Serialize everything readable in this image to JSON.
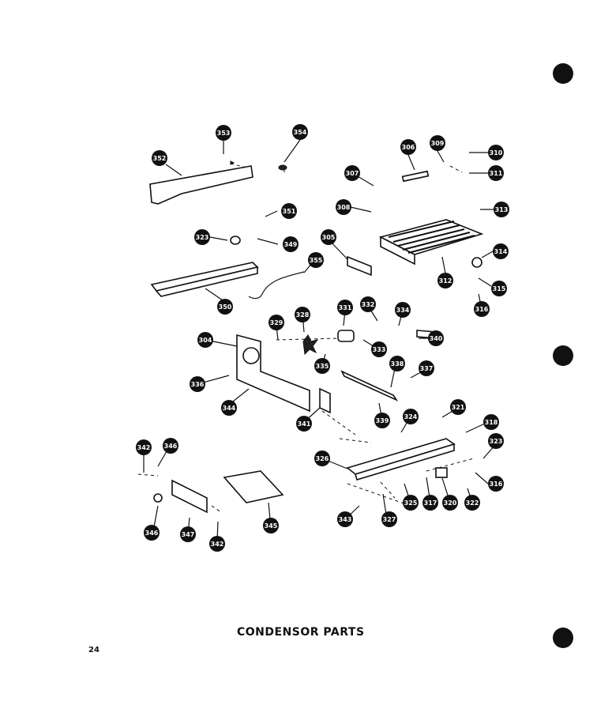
{
  "title": "CONDENSOR PARTS",
  "page_number": "24",
  "callouts": [
    "353",
    "354",
    "352",
    "306",
    "309",
    "310",
    "311",
    "307",
    "308",
    "313",
    "351",
    "323",
    "349",
    "305",
    "314",
    "355",
    "312",
    "315",
    "316",
    "350",
    "331",
    "332",
    "334",
    "328",
    "329",
    "304",
    "333",
    "340",
    "335",
    "338",
    "337",
    "336",
    "344",
    "339",
    "341",
    "321",
    "324",
    "318",
    "323",
    "342",
    "346",
    "326",
    "316",
    "322",
    "320",
    "317",
    "325",
    "343",
    "327",
    "346",
    "347",
    "342",
    "345"
  ]
}
